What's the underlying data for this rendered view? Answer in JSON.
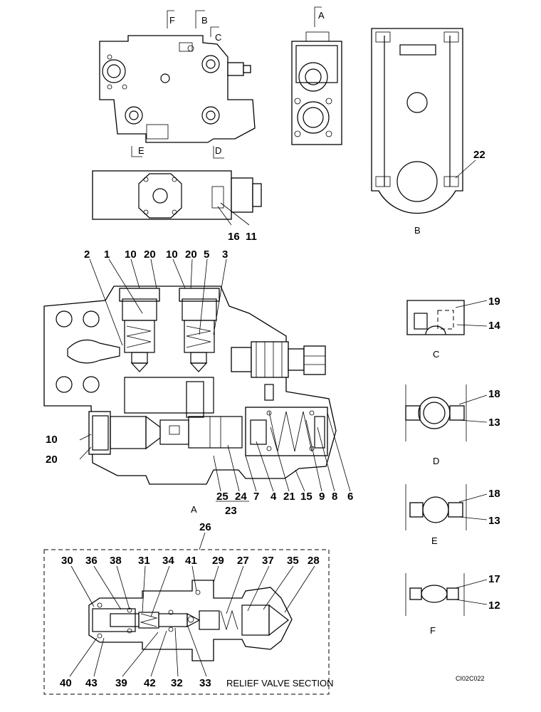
{
  "views": {
    "top_left": {
      "section_marks": [
        "F",
        "B",
        "C",
        "E",
        "D"
      ]
    },
    "top_mid": {
      "section_marks": [
        "A"
      ]
    },
    "side": {
      "labels": [
        "16",
        "11"
      ]
    },
    "view_b": {
      "caption": "B",
      "labels": [
        "22"
      ]
    },
    "view_c": {
      "caption": "C",
      "labels": [
        "19",
        "14"
      ]
    },
    "view_d": {
      "caption": "D",
      "labels": [
        "18",
        "13"
      ]
    },
    "view_e": {
      "caption": "E",
      "labels": [
        "18",
        "13"
      ]
    },
    "view_f": {
      "caption": "F",
      "labels": [
        "17",
        "12"
      ]
    },
    "section_a": {
      "caption": "A",
      "top_labels": [
        "2",
        "1",
        "10",
        "20",
        "10",
        "20",
        "5",
        "3"
      ],
      "left_labels": [
        "10",
        "20"
      ],
      "bottom_labels": [
        "25",
        "24",
        "7",
        "4",
        "21",
        "15",
        "9",
        "8",
        "6"
      ],
      "group_label": "23"
    },
    "relief": {
      "group_label": "26",
      "caption": "RELIEF VALVE SECTION",
      "top_labels": [
        "30",
        "36",
        "38",
        "31",
        "34",
        "41",
        "29",
        "27",
        "37",
        "35",
        "28"
      ],
      "bottom_labels": [
        "40",
        "43",
        "39",
        "42",
        "32",
        "33"
      ]
    }
  },
  "drawing_code": "CI02C022"
}
